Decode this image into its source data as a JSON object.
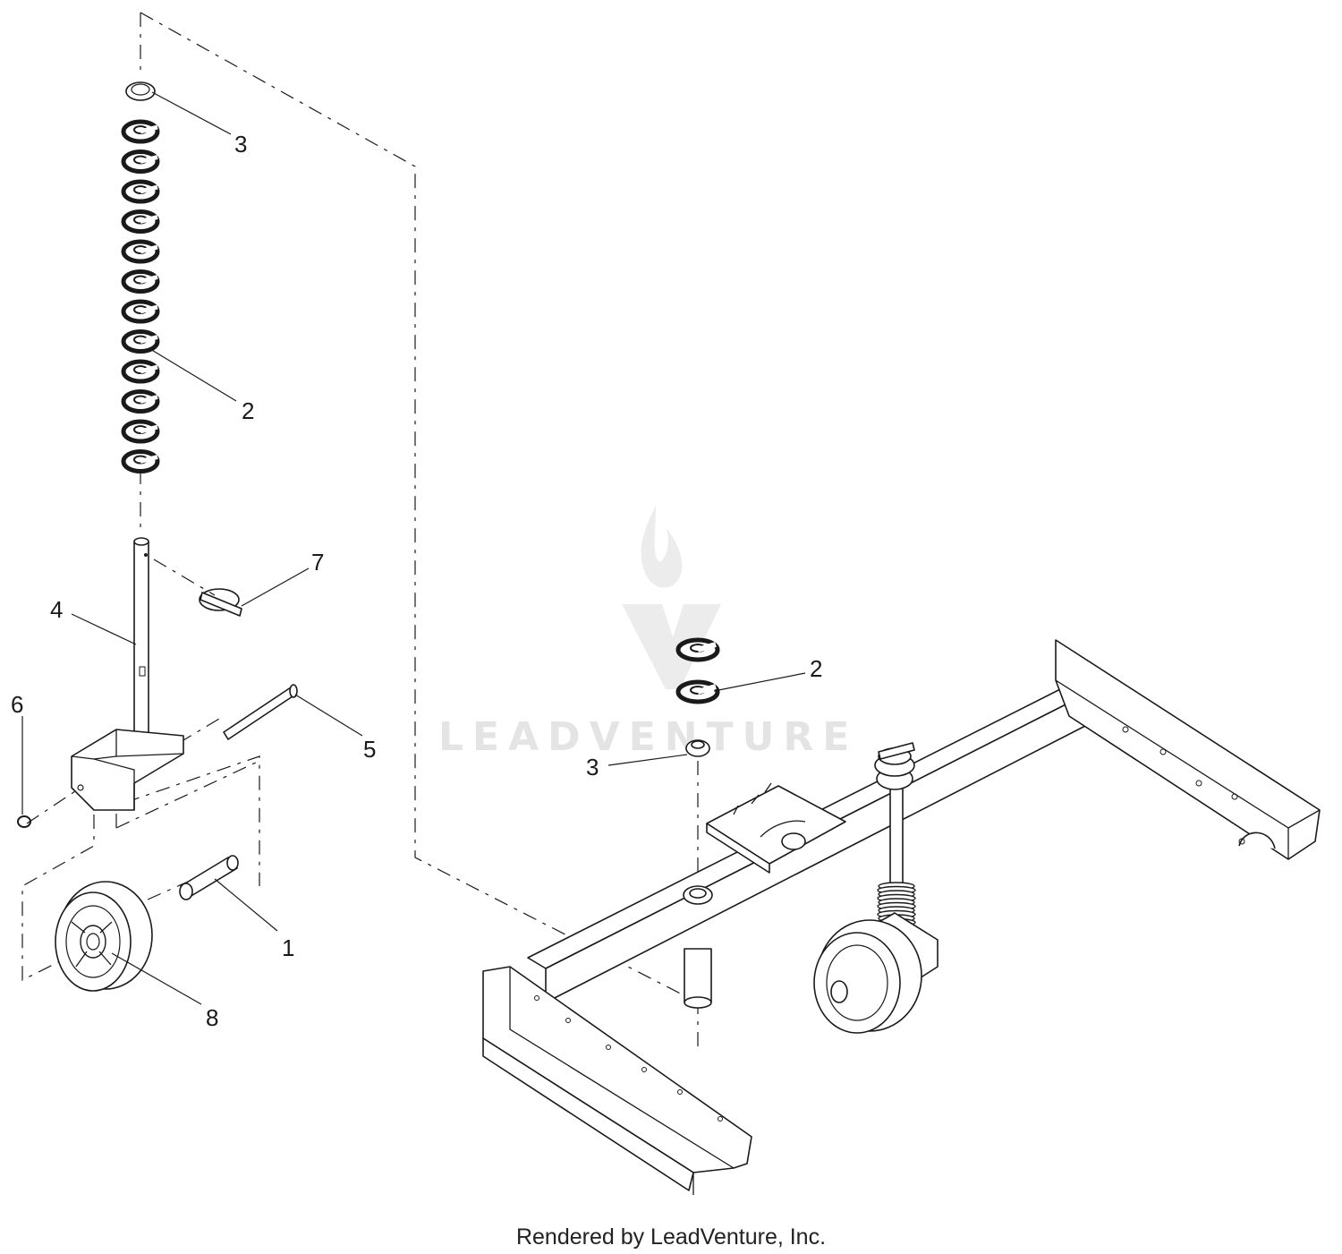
{
  "callouts": {
    "c1": "1",
    "c2_top": "2",
    "c2_right": "2",
    "c3_top": "3",
    "c3_right": "3",
    "c4": "4",
    "c5": "5",
    "c6": "6",
    "c7": "7",
    "c8": "8"
  },
  "footer": {
    "credit": "Rendered by LeadVenture, Inc."
  },
  "watermark": {
    "text": "LEADVENTURE"
  },
  "colors": {
    "line": "#1a1a1a",
    "watermark": "#e4e4e4"
  }
}
